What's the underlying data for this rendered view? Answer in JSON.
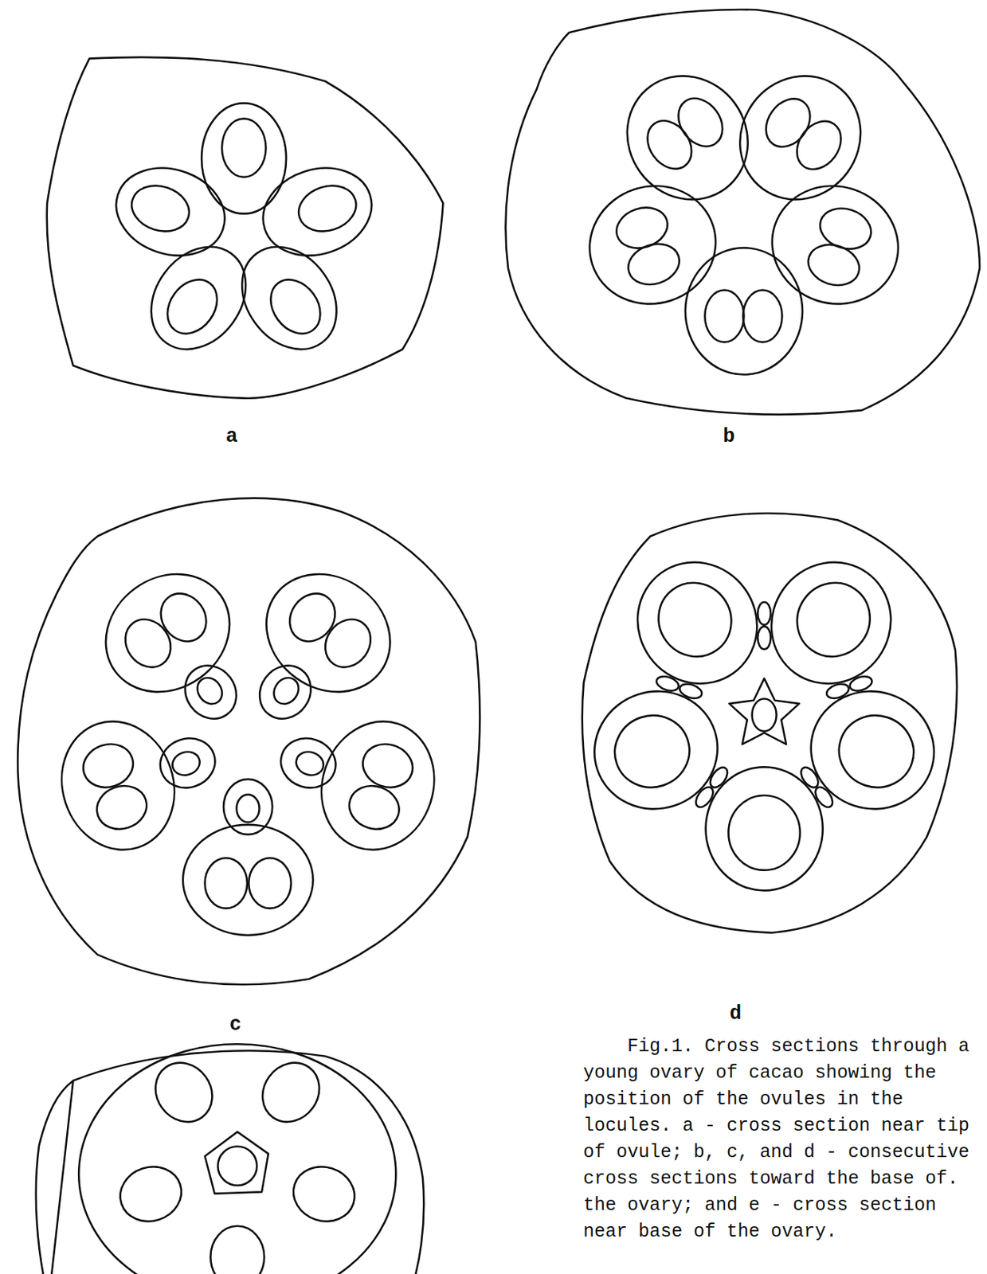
{
  "diagram": {
    "caption": "Fig.1. Cross sections through a young ovary of cacao showing the position of the ovules in the locules. a - cross section near tip of ovule; b, c, and d - consecutive cross sections toward the base of. the ovary; and e - cross section near base of the ovary.",
    "labels": [
      "a",
      "b",
      "c",
      "d"
    ]
  }
}
